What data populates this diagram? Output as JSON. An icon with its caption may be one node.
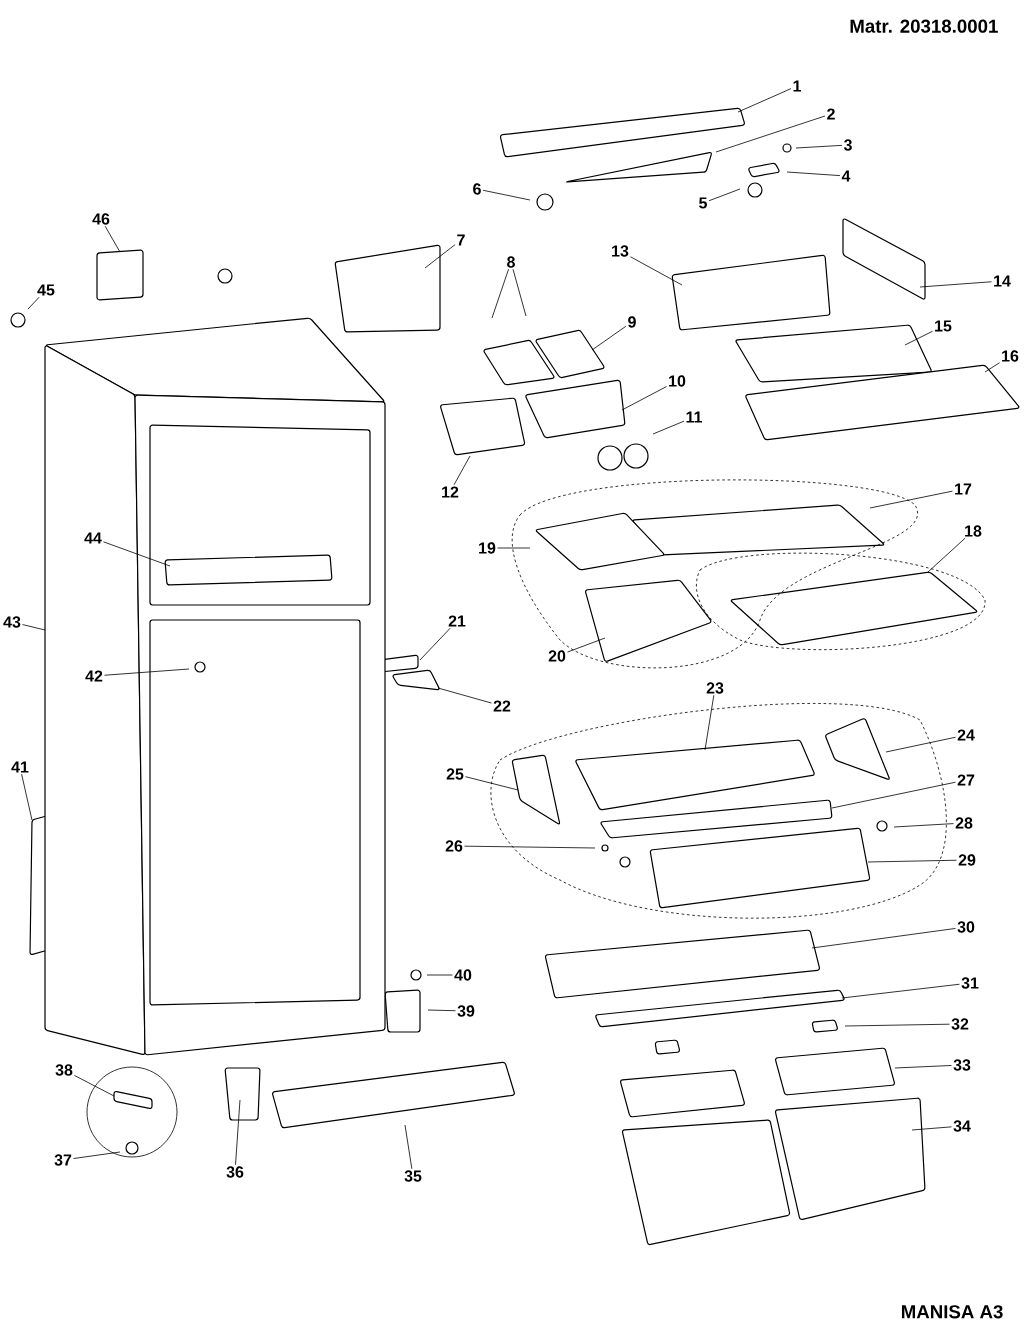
{
  "diagram": {
    "nodes": [
      {
        "text": [
          "1"
        ]
      },
      {
        "text": [
          "2"
        ]
      },
      {
        "text": [
          "3"
        ]
      },
      {
        "text": [
          "4"
        ]
      },
      {
        "text": [
          "5"
        ]
      },
      {
        "text": [
          "6"
        ]
      },
      {
        "text": [
          "7"
        ]
      },
      {
        "text": [
          "8"
        ]
      },
      {
        "text": [
          "9"
        ]
      },
      {
        "text": [
          "10"
        ]
      },
      {
        "text": [
          "11"
        ]
      },
      {
        "text": [
          "12"
        ]
      },
      {
        "text": [
          "13"
        ]
      },
      {
        "text": [
          "14"
        ]
      },
      {
        "text": [
          "15"
        ]
      },
      {
        "text": [
          "16"
        ]
      },
      {
        "text": [
          "17"
        ]
      },
      {
        "text": [
          "18"
        ]
      },
      {
        "text": [
          "19"
        ]
      },
      {
        "text": [
          "20"
        ]
      },
      {
        "text": [
          "21"
        ]
      },
      {
        "text": [
          "22"
        ]
      },
      {
        "text": [
          "23"
        ]
      },
      {
        "text": [
          "24"
        ]
      },
      {
        "text": [
          "25"
        ]
      },
      {
        "text": [
          "26"
        ]
      },
      {
        "text": [
          "27"
        ]
      },
      {
        "text": [
          "28"
        ]
      },
      {
        "text": [
          "29"
        ]
      },
      {
        "text": [
          "30"
        ]
      },
      {
        "text": [
          "31"
        ]
      },
      {
        "text": [
          "32"
        ]
      },
      {
        "text": [
          "33"
        ]
      },
      {
        "text": [
          "34"
        ]
      },
      {
        "text": [
          "35"
        ]
      },
      {
        "text": [
          "36"
        ]
      },
      {
        "text": [
          "37"
        ]
      },
      {
        "text": [
          "38"
        ]
      },
      {
        "text": [
          "39"
        ]
      },
      {
        "text": [
          "40"
        ]
      },
      {
        "text": [
          "41"
        ]
      },
      {
        "text": [
          "42"
        ]
      },
      {
        "text": [
          "43"
        ]
      },
      {
        "text": [
          "44"
        ]
      },
      {
        "text": [
          "45"
        ]
      },
      {
        "text": [
          "46"
        ]
      }
    ],
    "edges": [
      {
        "from": 0,
        "to": null,
        "arrow": "none"
      },
      {
        "from": 1,
        "to": null,
        "arrow": "none"
      },
      {
        "from": 2,
        "to": null,
        "arrow": "none"
      },
      {
        "from": 3,
        "to": null,
        "arrow": "none"
      },
      {
        "from": 4,
        "to": null,
        "arrow": "none"
      },
      {
        "from": 5,
        "to": null,
        "arrow": "none"
      },
      {
        "from": 6,
        "to": null,
        "arrow": "none"
      },
      {
        "from": 7,
        "to": null,
        "arrow": "none"
      },
      {
        "from": 7,
        "to": null,
        "arrow": "none"
      },
      {
        "from": 8,
        "to": null,
        "arrow": "none"
      },
      {
        "from": 9,
        "to": null,
        "arrow": "none"
      },
      {
        "from": 10,
        "to": null,
        "arrow": "none"
      },
      {
        "from": 11,
        "to": null,
        "arrow": "none"
      },
      {
        "from": 12,
        "to": null,
        "arrow": "none"
      },
      {
        "from": 13,
        "to": null,
        "arrow": "none"
      },
      {
        "from": 14,
        "to": null,
        "arrow": "none"
      },
      {
        "from": 15,
        "to": null,
        "arrow": "none"
      },
      {
        "from": 16,
        "to": null,
        "arrow": "none"
      },
      {
        "from": 17,
        "to": null,
        "arrow": "none"
      },
      {
        "from": 18,
        "to": null,
        "arrow": "none"
      },
      {
        "from": 19,
        "to": null,
        "arrow": "none"
      },
      {
        "from": 20,
        "to": null,
        "arrow": "none"
      },
      {
        "from": 21,
        "to": null,
        "arrow": "none"
      },
      {
        "from": 22,
        "to": null,
        "arrow": "none"
      },
      {
        "from": 23,
        "to": null,
        "arrow": "none"
      },
      {
        "from": 24,
        "to": null,
        "arrow": "none"
      },
      {
        "from": 25,
        "to": null,
        "arrow": "none"
      },
      {
        "from": 26,
        "to": null,
        "arrow": "none"
      },
      {
        "from": 27,
        "to": null,
        "arrow": "none"
      },
      {
        "from": 28,
        "to": null,
        "arrow": "none"
      },
      {
        "from": 29,
        "to": null,
        "arrow": "none"
      },
      {
        "from": 30,
        "to": null,
        "arrow": "none"
      },
      {
        "from": 31,
        "to": null,
        "arrow": "none"
      },
      {
        "from": 32,
        "to": null,
        "arrow": "none"
      },
      {
        "from": 33,
        "to": null,
        "arrow": "none"
      },
      {
        "from": 34,
        "to": null,
        "arrow": "none"
      },
      {
        "from": 35,
        "to": null,
        "arrow": "none"
      },
      {
        "from": 36,
        "to": null,
        "arrow": "none"
      },
      {
        "from": 37,
        "to": null,
        "arrow": "none"
      },
      {
        "from": 38,
        "to": null,
        "arrow": "none"
      },
      {
        "from": 39,
        "to": null,
        "arrow": "none"
      },
      {
        "from": 40,
        "to": null,
        "arrow": "none"
      },
      {
        "from": 41,
        "to": null,
        "arrow": "none"
      },
      {
        "from": 42,
        "to": null,
        "arrow": "none"
      },
      {
        "from": 43,
        "to": null,
        "arrow": "none"
      },
      {
        "from": 44,
        "to": null,
        "arrow": "none"
      },
      {
        "from": 45,
        "to": null,
        "arrow": "none"
      }
    ],
    "labels": [
      "Matr. 20318.0001",
      "MANISA A3"
    ]
  }
}
